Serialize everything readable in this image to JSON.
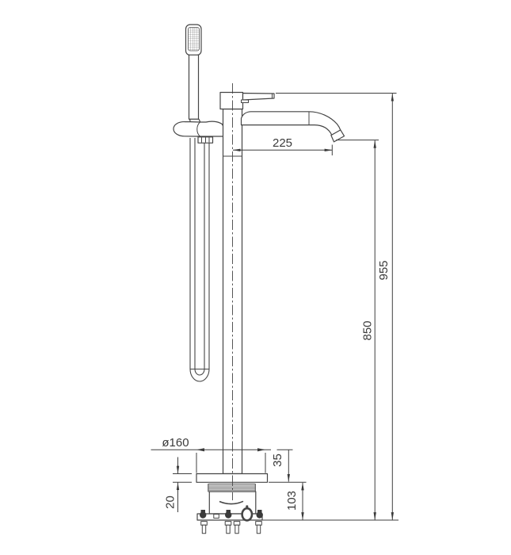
{
  "drawing": {
    "product": "Freestanding bath mixer with hand shower - dimensioned technical drawing",
    "background_color": "#ffffff",
    "line_color": "#454545",
    "dimension_color": "#3a3a3a",
    "dimensions": {
      "spout_reach": "225",
      "overall_height": "955",
      "spout_outlet_height": "850",
      "base_diameter": "ø160",
      "base_offset": "35",
      "base_plate_thickness": "20",
      "below_floor_depth": "103"
    }
  }
}
